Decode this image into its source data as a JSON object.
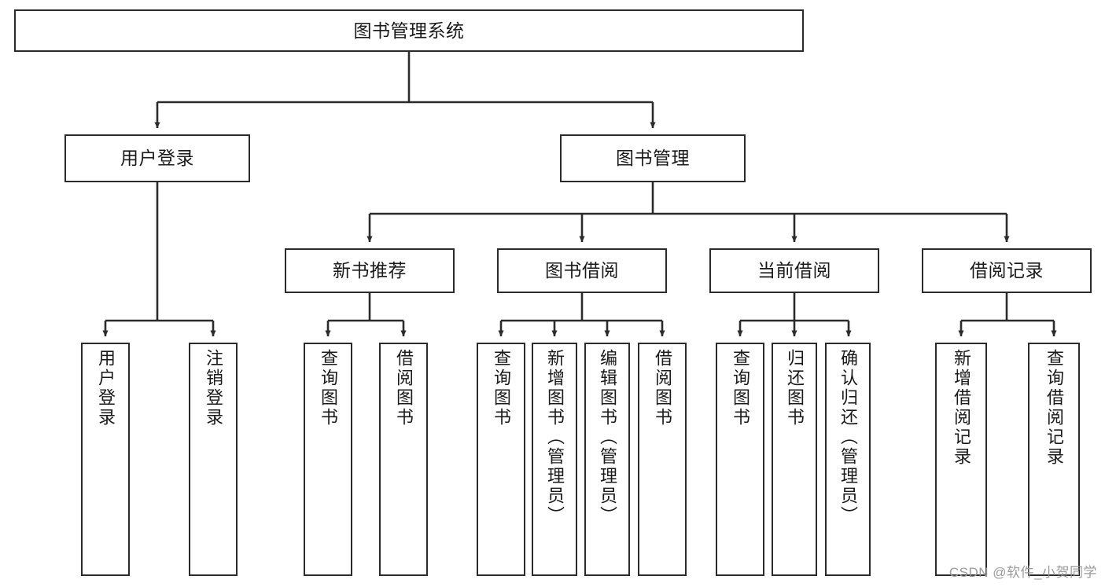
{
  "diagram": {
    "title": "图书管理系统",
    "watermark": "CSDN @软件_小贺同学",
    "colors": {
      "box_border": "#2b2b2b",
      "box_fill": "#ffffff",
      "edge": "#2b2b2b",
      "text": "#1a1a1a",
      "watermark": "#9a9a9a",
      "background": "#ffffff"
    },
    "nodes": {
      "root": {
        "label": "图书管理系统",
        "level": 0,
        "orientation": "horizontal"
      },
      "user_login": {
        "label": "用户登录",
        "level": 1,
        "orientation": "horizontal"
      },
      "book_manage": {
        "label": "图书管理",
        "level": 1,
        "orientation": "horizontal"
      },
      "new_book_recommend": {
        "label": "新书推荐",
        "level": 2,
        "orientation": "horizontal"
      },
      "book_borrow": {
        "label": "图书借阅",
        "level": 2,
        "orientation": "horizontal"
      },
      "current_borrow": {
        "label": "当前借阅",
        "level": 2,
        "orientation": "horizontal"
      },
      "borrow_record": {
        "label": "借阅记录",
        "level": 2,
        "orientation": "horizontal"
      },
      "leaf_user_login": {
        "label": "用户登录",
        "level": 3,
        "orientation": "vertical"
      },
      "leaf_logout": {
        "label": "注销登录",
        "level": 3,
        "orientation": "vertical"
      },
      "leaf_query_book_1": {
        "label": "查询图书",
        "level": 3,
        "orientation": "vertical"
      },
      "leaf_borrow_book_1": {
        "label": "借阅图书",
        "level": 3,
        "orientation": "vertical"
      },
      "leaf_query_book_2": {
        "label": "查询图书",
        "level": 3,
        "orientation": "vertical"
      },
      "leaf_add_book": {
        "label": "新增图书（管理员）",
        "level": 3,
        "orientation": "vertical"
      },
      "leaf_edit_book": {
        "label": "编辑图书（管理员）",
        "level": 3,
        "orientation": "vertical"
      },
      "leaf_borrow_book_2": {
        "label": "借阅图书",
        "level": 3,
        "orientation": "vertical"
      },
      "leaf_query_book_3": {
        "label": "查询图书",
        "level": 3,
        "orientation": "vertical"
      },
      "leaf_return_book": {
        "label": "归还图书",
        "level": 3,
        "orientation": "vertical"
      },
      "leaf_confirm_return": {
        "label": "确认归还（管理员）",
        "level": 3,
        "orientation": "vertical"
      },
      "leaf_add_record": {
        "label": "新增借阅记录",
        "level": 3,
        "orientation": "vertical"
      },
      "leaf_query_record": {
        "label": "查询借阅记录",
        "level": 3,
        "orientation": "vertical"
      }
    },
    "edges": [
      {
        "from": "root",
        "to": "user_login"
      },
      {
        "from": "root",
        "to": "book_manage"
      },
      {
        "from": "user_login",
        "to": "leaf_user_login"
      },
      {
        "from": "user_login",
        "to": "leaf_logout"
      },
      {
        "from": "book_manage",
        "to": "new_book_recommend"
      },
      {
        "from": "book_manage",
        "to": "book_borrow"
      },
      {
        "from": "book_manage",
        "to": "current_borrow"
      },
      {
        "from": "book_manage",
        "to": "borrow_record"
      },
      {
        "from": "new_book_recommend",
        "to": "leaf_query_book_1"
      },
      {
        "from": "new_book_recommend",
        "to": "leaf_borrow_book_1"
      },
      {
        "from": "book_borrow",
        "to": "leaf_query_book_2"
      },
      {
        "from": "book_borrow",
        "to": "leaf_add_book"
      },
      {
        "from": "book_borrow",
        "to": "leaf_edit_book"
      },
      {
        "from": "book_borrow",
        "to": "leaf_borrow_book_2"
      },
      {
        "from": "current_borrow",
        "to": "leaf_query_book_3"
      },
      {
        "from": "current_borrow",
        "to": "leaf_return_book"
      },
      {
        "from": "current_borrow",
        "to": "leaf_confirm_return"
      },
      {
        "from": "borrow_record",
        "to": "leaf_add_record"
      },
      {
        "from": "borrow_record",
        "to": "leaf_query_record"
      }
    ]
  }
}
